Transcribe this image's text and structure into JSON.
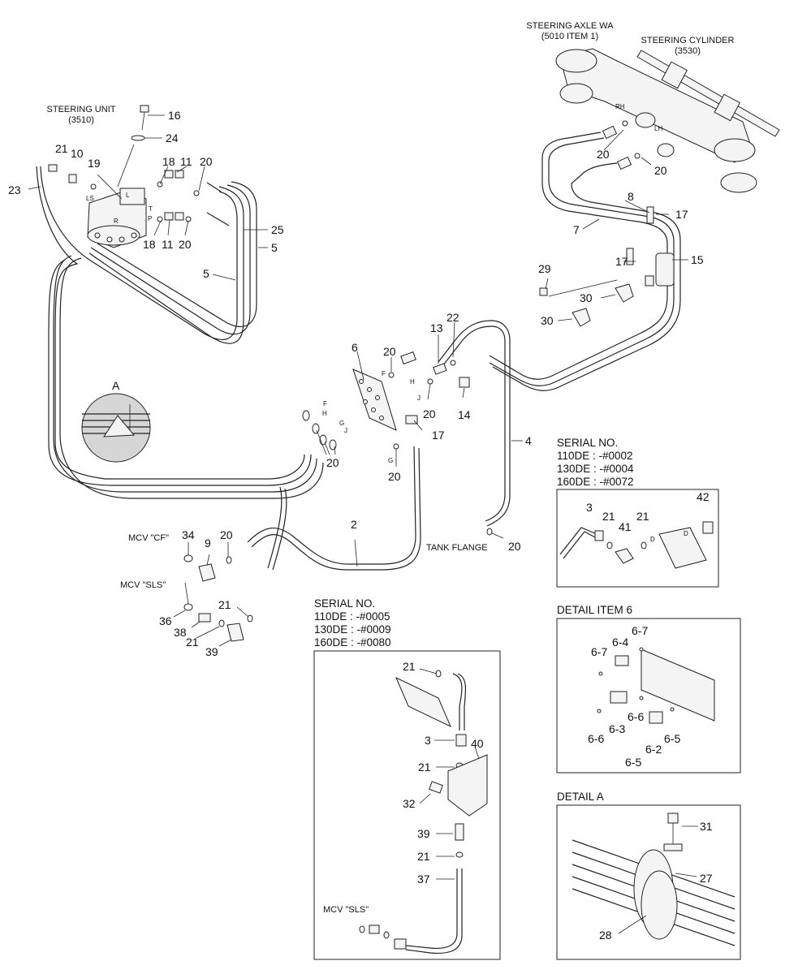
{
  "captions": {
    "steering_unit": [
      "STEERING UNIT",
      "(3510)"
    ],
    "steering_axle": [
      "STEERING AXLE WA",
      "(5010 ITEM 1)"
    ],
    "steering_cylinder": [
      "STEERING CYLINDER",
      "(3530)"
    ],
    "mcv_cf": "MCV \"CF\"",
    "mcv_sls": "MCV \"SLS\"",
    "tank_flange": "TANK FLANGE",
    "mcv_sls_inset": "MCV \"SLS\"",
    "detail_item6": "DETAIL ITEM 6",
    "detail_a": "DETAIL A",
    "detail_marker": "A"
  },
  "port_letters": {
    "ls": "LS",
    "t": "T",
    "r": "R",
    "p": "P",
    "l": "L",
    "rh": "RH",
    "lh": "LH",
    "f1": "F",
    "h1": "H",
    "g1": "G",
    "j1": "J",
    "f2": "F",
    "h2": "H",
    "g2": "G",
    "j2": "J",
    "d1": "D",
    "d2": "D"
  },
  "serial_top": [
    "SERIAL NO.",
    "110DE : -#0002",
    "130DE : -#0004",
    "160DE : -#0072"
  ],
  "serial_bottom": [
    "SERIAL NO.",
    "110DE : -#0005",
    "130DE : -#0009",
    "160DE : -#0080"
  ],
  "callouts": {
    "main": [
      "16",
      "24",
      "21",
      "10",
      "19",
      "23",
      "18",
      "11",
      "20",
      "18",
      "11",
      "20",
      "25",
      "5",
      "5",
      "8",
      "7",
      "17",
      "17",
      "15",
      "29",
      "30",
      "30",
      "20",
      "20",
      "22",
      "13",
      "6",
      "20",
      "14",
      "20",
      "17",
      "4",
      "20",
      "20",
      "2",
      "34",
      "9",
      "20",
      "36",
      "38",
      "21",
      "39",
      "21",
      "20"
    ],
    "serial_top": [
      "3",
      "21",
      "41",
      "21",
      "42"
    ],
    "serial_bottom": [
      "21",
      "3",
      "40",
      "21",
      "32",
      "39",
      "21",
      "37"
    ],
    "detail_item6": [
      "6-7",
      "6-4",
      "6-7",
      "6-6",
      "6-3",
      "6-6",
      "6-2",
      "6-5",
      "6-5"
    ],
    "detail_a": [
      "31",
      "27",
      "28"
    ]
  },
  "colors": {
    "line": "#222222",
    "background": "#ffffff",
    "shade": "#d6d6d6"
  }
}
